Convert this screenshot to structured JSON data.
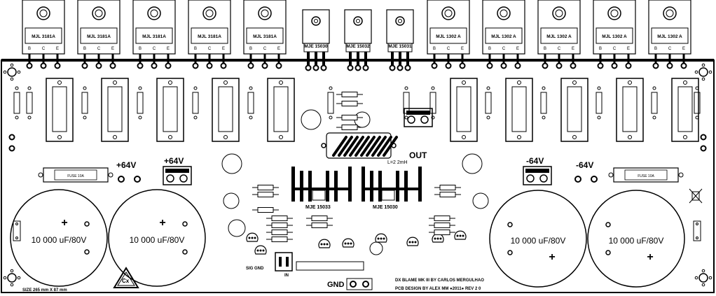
{
  "transistors_top": [
    {
      "part": "MJL 3181A",
      "pins": [
        "B",
        "C",
        "E"
      ]
    },
    {
      "part": "MJL 3181A",
      "pins": [
        "B",
        "C",
        "E"
      ]
    },
    {
      "part": "MJL 3181A",
      "pins": [
        "B",
        "C",
        "E"
      ]
    },
    {
      "part": "MJL 3181A",
      "pins": [
        "B",
        "C",
        "E"
      ]
    },
    {
      "part": "MJL 3181A",
      "pins": [
        "B",
        "C",
        "E"
      ]
    },
    {
      "part": "MJE 15030",
      "pins": []
    },
    {
      "part": "MJE 15032",
      "pins": []
    },
    {
      "part": "MJE 15031",
      "pins": []
    },
    {
      "part": "MJL 1302 A",
      "pins": [
        "B",
        "C",
        "E"
      ]
    },
    {
      "part": "MJL 1302 A",
      "pins": [
        "B",
        "C",
        "E"
      ]
    },
    {
      "part": "MJL 1302 A",
      "pins": [
        "B",
        "C",
        "E"
      ]
    },
    {
      "part": "MJL 1302 A",
      "pins": [
        "B",
        "C",
        "E"
      ]
    },
    {
      "part": "MJL 1302 A",
      "pins": [
        "B",
        "C",
        "E"
      ]
    }
  ],
  "rails": {
    "pos_left": "+64V",
    "pos_right": "+64V",
    "neg_left": "-64V",
    "neg_right": "-64V"
  },
  "capacitors_big": [
    "10 000 uF/80V",
    "10 000 uF/80V",
    "10 000 uF/80V",
    "10 000 uF/80V"
  ],
  "labels": {
    "out": "OUT",
    "gnd": "GND",
    "in": "IN",
    "sig_gnd": "SIG GND",
    "inductor": "L=2 2mH",
    "driver_left": "MJE 15033",
    "driver_right": "MJE 15030",
    "fuse_left": "FUSE 10A",
    "fuse_right": "FUSE 10A",
    "size": "SIZE  265 mm X 87 mm",
    "credit_line1": "DX BLAME MK III  BY  CARLOS MERGULHAO",
    "credit_line2": "PCB DESIGN BY ALEX MM ●2011● REV 2 0",
    "logo": "Cx"
  }
}
